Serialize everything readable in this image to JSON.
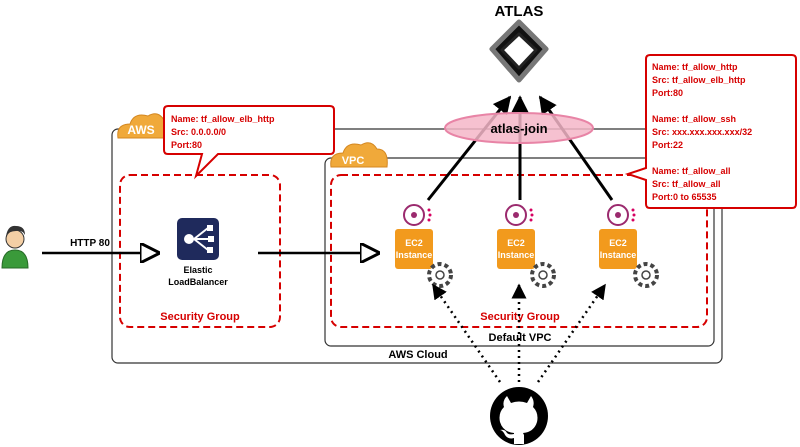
{
  "atlas": {
    "title": "ATLAS"
  },
  "atlas_join": {
    "label": "atlas-join"
  },
  "aws": {
    "badge": "AWS",
    "cloud_label": "AWS Cloud"
  },
  "vpc": {
    "badge": "VPC",
    "label": "Default VPC"
  },
  "user": {
    "arrow_label": "HTTP 80"
  },
  "elb": {
    "line1": "Elastic",
    "line2": "LoadBalancer"
  },
  "security_groups": {
    "elb_label": "Security Group",
    "ec2_label": "Security Group"
  },
  "ec2": {
    "line1": "EC2",
    "line2": "Instance",
    "count": 3
  },
  "callouts": {
    "elb_rule": [
      "Name: tf_allow_elb_http",
      "Src: 0.0.0.0/0",
      "Port:80"
    ],
    "ec2_rules": [
      "Name: tf_allow_http",
      "Src: tf_allow_elb_http",
      "Port:80",
      "",
      "Name: tf_allow_ssh",
      "Src: xxx.xxx.xxx.xxx/32",
      "Port:22",
      "",
      "Name: tf_allow_all",
      "Src: tf_allow_all",
      "Port:0 to 65535"
    ]
  },
  "colors": {
    "accent_red": "#d60000",
    "cloud_orange": "#f0a93a",
    "ec2_orange": "#f29a1d",
    "elb_navy": "#1f2a5c",
    "atlas_pink": "#f4b6c8"
  },
  "icons": [
    "user-icon",
    "elb-icon",
    "ec2-icon",
    "gear-icon",
    "consul-icon",
    "atlas-icon",
    "github-icon"
  ]
}
